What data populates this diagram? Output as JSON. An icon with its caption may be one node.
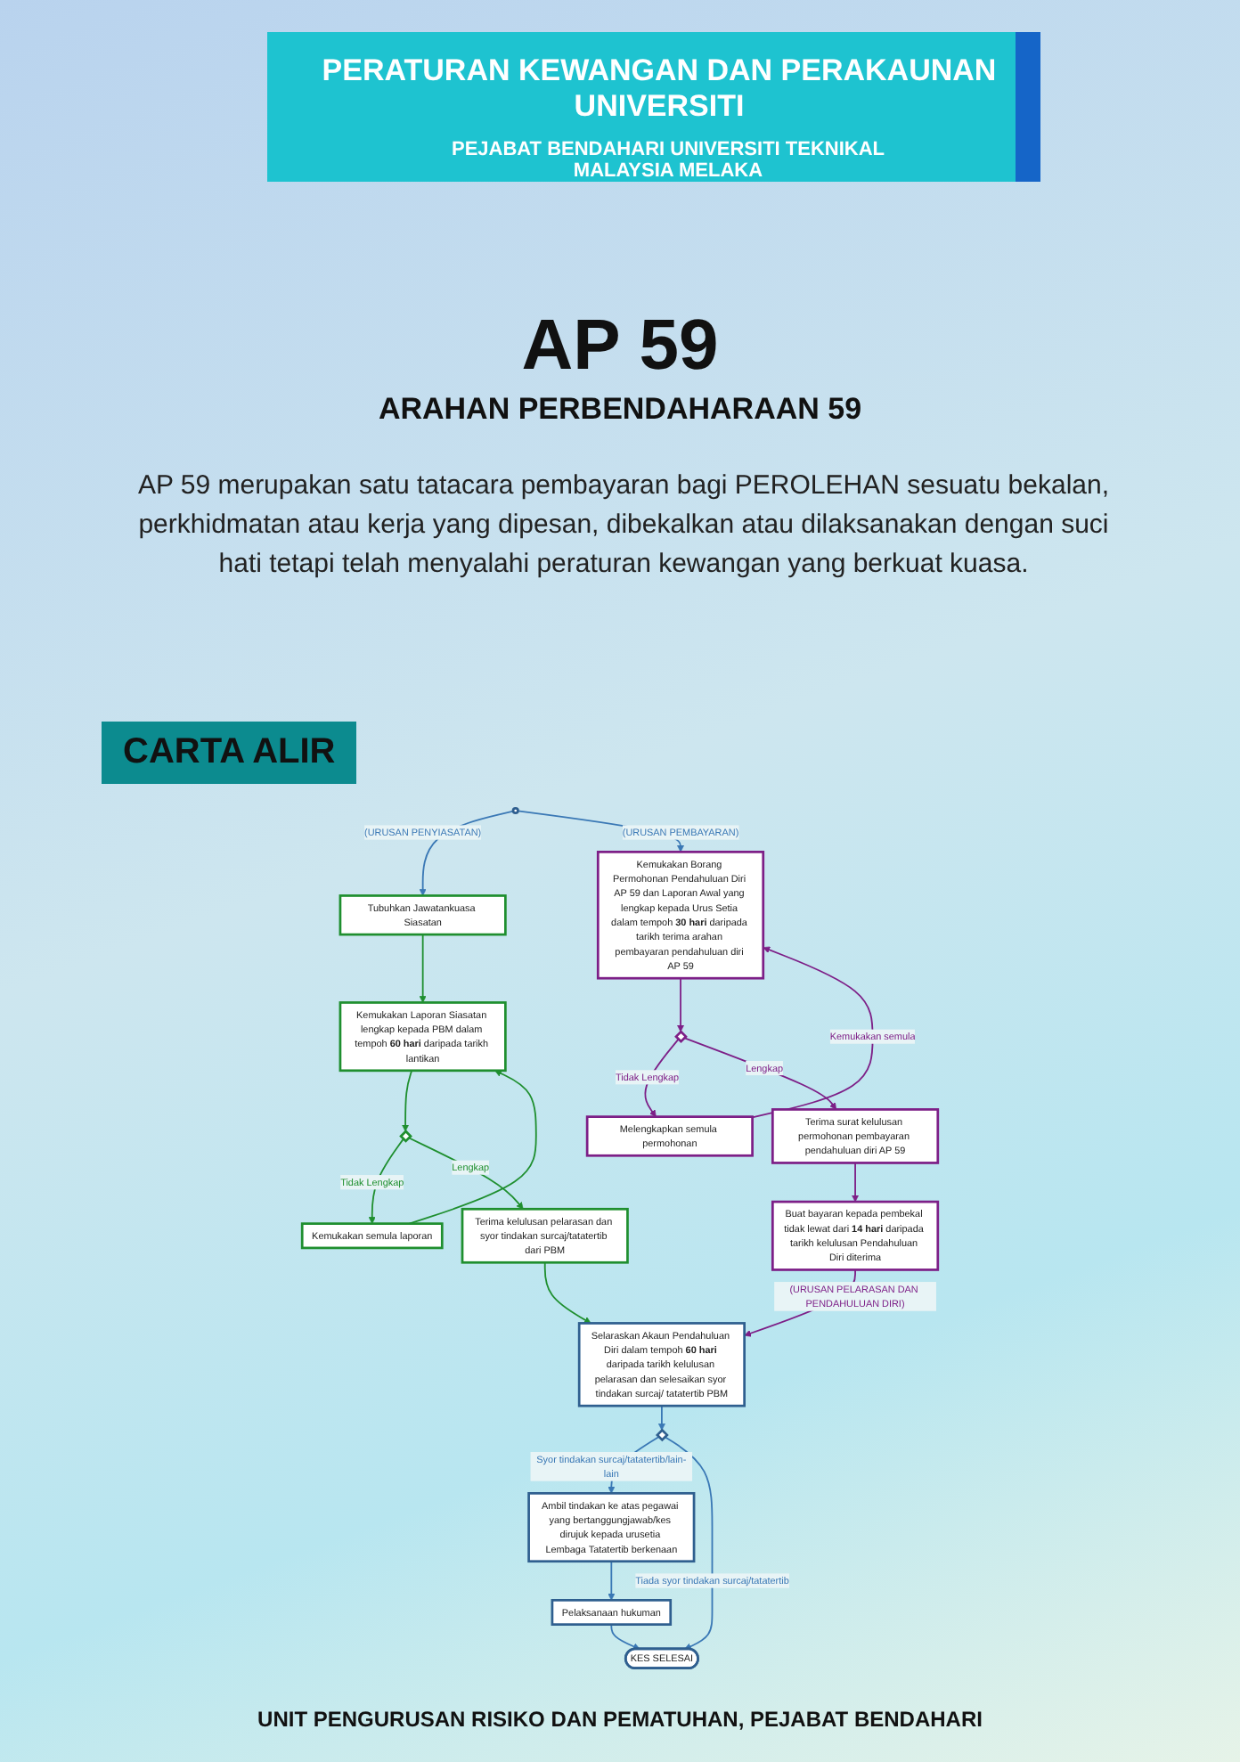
{
  "diagram": {
    "title": "AP 59",
    "nodes": [
      {
        "text": [],
        "shape": "circle"
      },
      {
        "text": [
          "Tubuhkan Jawatankuasa Siasatan"
        ]
      },
      {
        "text": [
          "Kemukakan Laporan Siasatan lengkap kepada PBM dalam tempoh **60 hari** daripada tarikh lantikan"
        ]
      },
      {
        "text": [],
        "shape": "diamond"
      },
      {
        "text": [
          "Kemukakan semula laporan"
        ]
      },
      {
        "text": [
          "Terima kelulusan pelarasan dan syor tindakan surcaj/tatatertib dari PBM"
        ]
      },
      {
        "text": [
          "Kemukakan Borang Permohonan Pendahuluan Diri AP 59 dan Laporan Awal yang lengkap kepada Urus Setia dalam tempoh **30 hari** daripada tarikh terima arahan pembayaran pendahuluan diri AP 59"
        ]
      },
      {
        "text": [],
        "shape": "diamond"
      },
      {
        "text": [
          "Melengkapkan semula permohonan"
        ]
      },
      {
        "text": [
          "Terima surat kelulusan permohonan pembayaran pendahuluan diri AP 59"
        ]
      },
      {
        "text": [
          "Buat bayaran kepada pembekal tidak lewat dari **14 hari** daripada tarikh kelulusan Pendahuluan Diri diterima"
        ]
      },
      {
        "text": [
          "Selaraskan Akaun Pendahuluan Diri dalam tempoh **60 hari** daripada tarikh kelulusan pelarasan dan selesaikan syor tindakan surcaj/ tatatertib PBM"
        ]
      },
      {
        "text": [],
        "shape": "diamond"
      },
      {
        "text": [
          "Ambil tindakan ke atas pegawai yang bertanggungjawab/kes dirujuk kepada urusetia Lembaga Tatatertib berkenaan"
        ]
      },
      {
        "text": [
          "Pelaksanaan hukuman"
        ]
      },
      {
        "text": [
          "KES SELESAI"
        ]
      }
    ],
    "edges": [
      {
        "from": 0,
        "to": 1,
        "arrow": "to",
        "label": "(URUSAN PENYIASATAN)"
      },
      {
        "from": 0,
        "to": 6,
        "arrow": "to",
        "label": "(URUSAN PEMBAYARAN)"
      },
      {
        "from": 1,
        "to": 2,
        "arrow": "to",
        "color": "#1f8f2f"
      },
      {
        "from": 2,
        "to": 3,
        "arrow": "to",
        "color": "#1f8f2f"
      },
      {
        "from": 3,
        "to": 4,
        "arrow": "to",
        "label": "Tidak Lengkap",
        "color": "#1f8f2f"
      },
      {
        "from": 4,
        "to": 2,
        "arrow": "to",
        "color": "#1f8f2f"
      },
      {
        "from": 3,
        "to": 5,
        "arrow": "to",
        "label": "Lengkap",
        "color": "#1f8f2f"
      },
      {
        "from": 6,
        "to": 7,
        "arrow": "to",
        "color": "#7d1f87"
      },
      {
        "from": 7,
        "to": 8,
        "arrow": "to",
        "label": "Tidak Lengkap",
        "color": "#7d1f87"
      },
      {
        "from": 8,
        "to": 6,
        "arrow": "to",
        "label": "Kemukakan semula",
        "color": "#7d1f87"
      },
      {
        "from": 7,
        "to": 9,
        "arrow": "to",
        "label": "Lengkap",
        "color": "#7d1f87"
      },
      {
        "from": 9,
        "to": 10,
        "arrow": "to",
        "color": "#7d1f87"
      },
      {
        "from": 5,
        "to": 11,
        "arrow": "to",
        "color": "#1f8f2f"
      },
      {
        "from": 10,
        "to": 11,
        "arrow": "to",
        "label": "(URUSAN PELARASAN DAN PENDAHULUAN DIRI)",
        "color": "#7d1f87"
      },
      {
        "from": 11,
        "to": 12,
        "arrow": "to"
      },
      {
        "from": 12,
        "to": 13,
        "arrow": "to",
        "label": "Syor tindakan surcaj/tatatertib/lain-lain"
      },
      {
        "from": 13,
        "to": 14,
        "arrow": "to"
      },
      {
        "from": 12,
        "to": 15,
        "arrow": "to",
        "label": "Tiada syor tindakan surcaj/tatatertib"
      },
      {
        "from": 14,
        "to": 15,
        "arrow": "to"
      }
    ],
    "labels": [
      "PERATURAN KEWANGAN DAN PERAKAUNAN UNIVERSITI",
      "PEJABAT BENDAHARI UNIVERSITI TEKNIKAL MALAYSIA MELAKA",
      "ARAHAN PERBENDAHARAAN 59",
      "AP 59 merupakan satu tatacara pembayaran bagi PEROLEHAN sesuatu bekalan, perkhidmatan atau kerja yang dipesan, dibekalkan atau dilaksanakan dengan suci hati tetapi telah menyalahi peraturan kewangan yang berkuat kuasa.",
      "CARTA ALIR",
      "UNIT PENGURUSAN RISIKO DAN PEMATUHAN, PEJABAT BENDAHARI"
    ]
  }
}
